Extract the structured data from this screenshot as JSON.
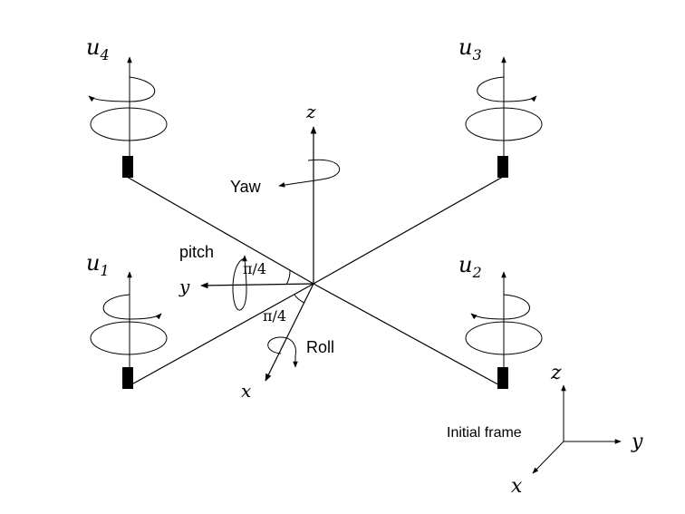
{
  "rotors": [
    {
      "id": "u1",
      "base": "u",
      "sub": "1"
    },
    {
      "id": "u2",
      "base": "u",
      "sub": "2"
    },
    {
      "id": "u3",
      "base": "u",
      "sub": "3"
    },
    {
      "id": "u4",
      "base": "u",
      "sub": "4"
    }
  ],
  "body_axes": {
    "x": "x",
    "y": "y",
    "z": "z"
  },
  "rotation_labels": {
    "yaw": "Yaw",
    "pitch": "pitch",
    "roll": "Roll"
  },
  "angles": {
    "top": "π/4",
    "bottom": "π/4"
  },
  "initial_frame": {
    "label": "Initial frame",
    "x": "x",
    "y": "y",
    "z": "z"
  }
}
